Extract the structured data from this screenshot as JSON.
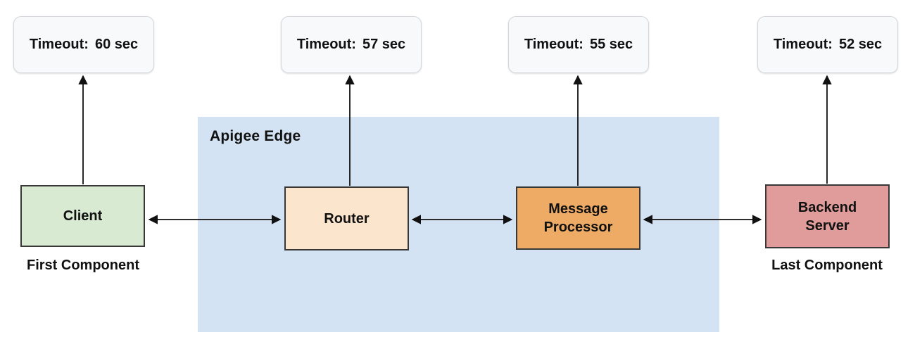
{
  "diagram": {
    "region": {
      "label": "Apigee Edge",
      "fill": "#d3e3f3"
    },
    "timeouts": [
      {
        "label": "Timeout:",
        "value": "60 sec"
      },
      {
        "label": "Timeout:",
        "value": "57 sec"
      },
      {
        "label": "Timeout:",
        "value": "55 sec"
      },
      {
        "label": "Timeout:",
        "value": "52 sec"
      }
    ],
    "timeout_box_fill": "#f8f9fb",
    "components": [
      {
        "label": "Client",
        "fill": "#d9ead3",
        "caption": "First Component"
      },
      {
        "label": "Router",
        "fill": "#fce5cd",
        "caption": ""
      },
      {
        "label": "Message Processor",
        "fill": "#eeab66",
        "caption": ""
      },
      {
        "label": "Backend Server",
        "fill": "#df9c9a",
        "caption": "Last Component"
      }
    ],
    "arrow_color": "#111111"
  }
}
